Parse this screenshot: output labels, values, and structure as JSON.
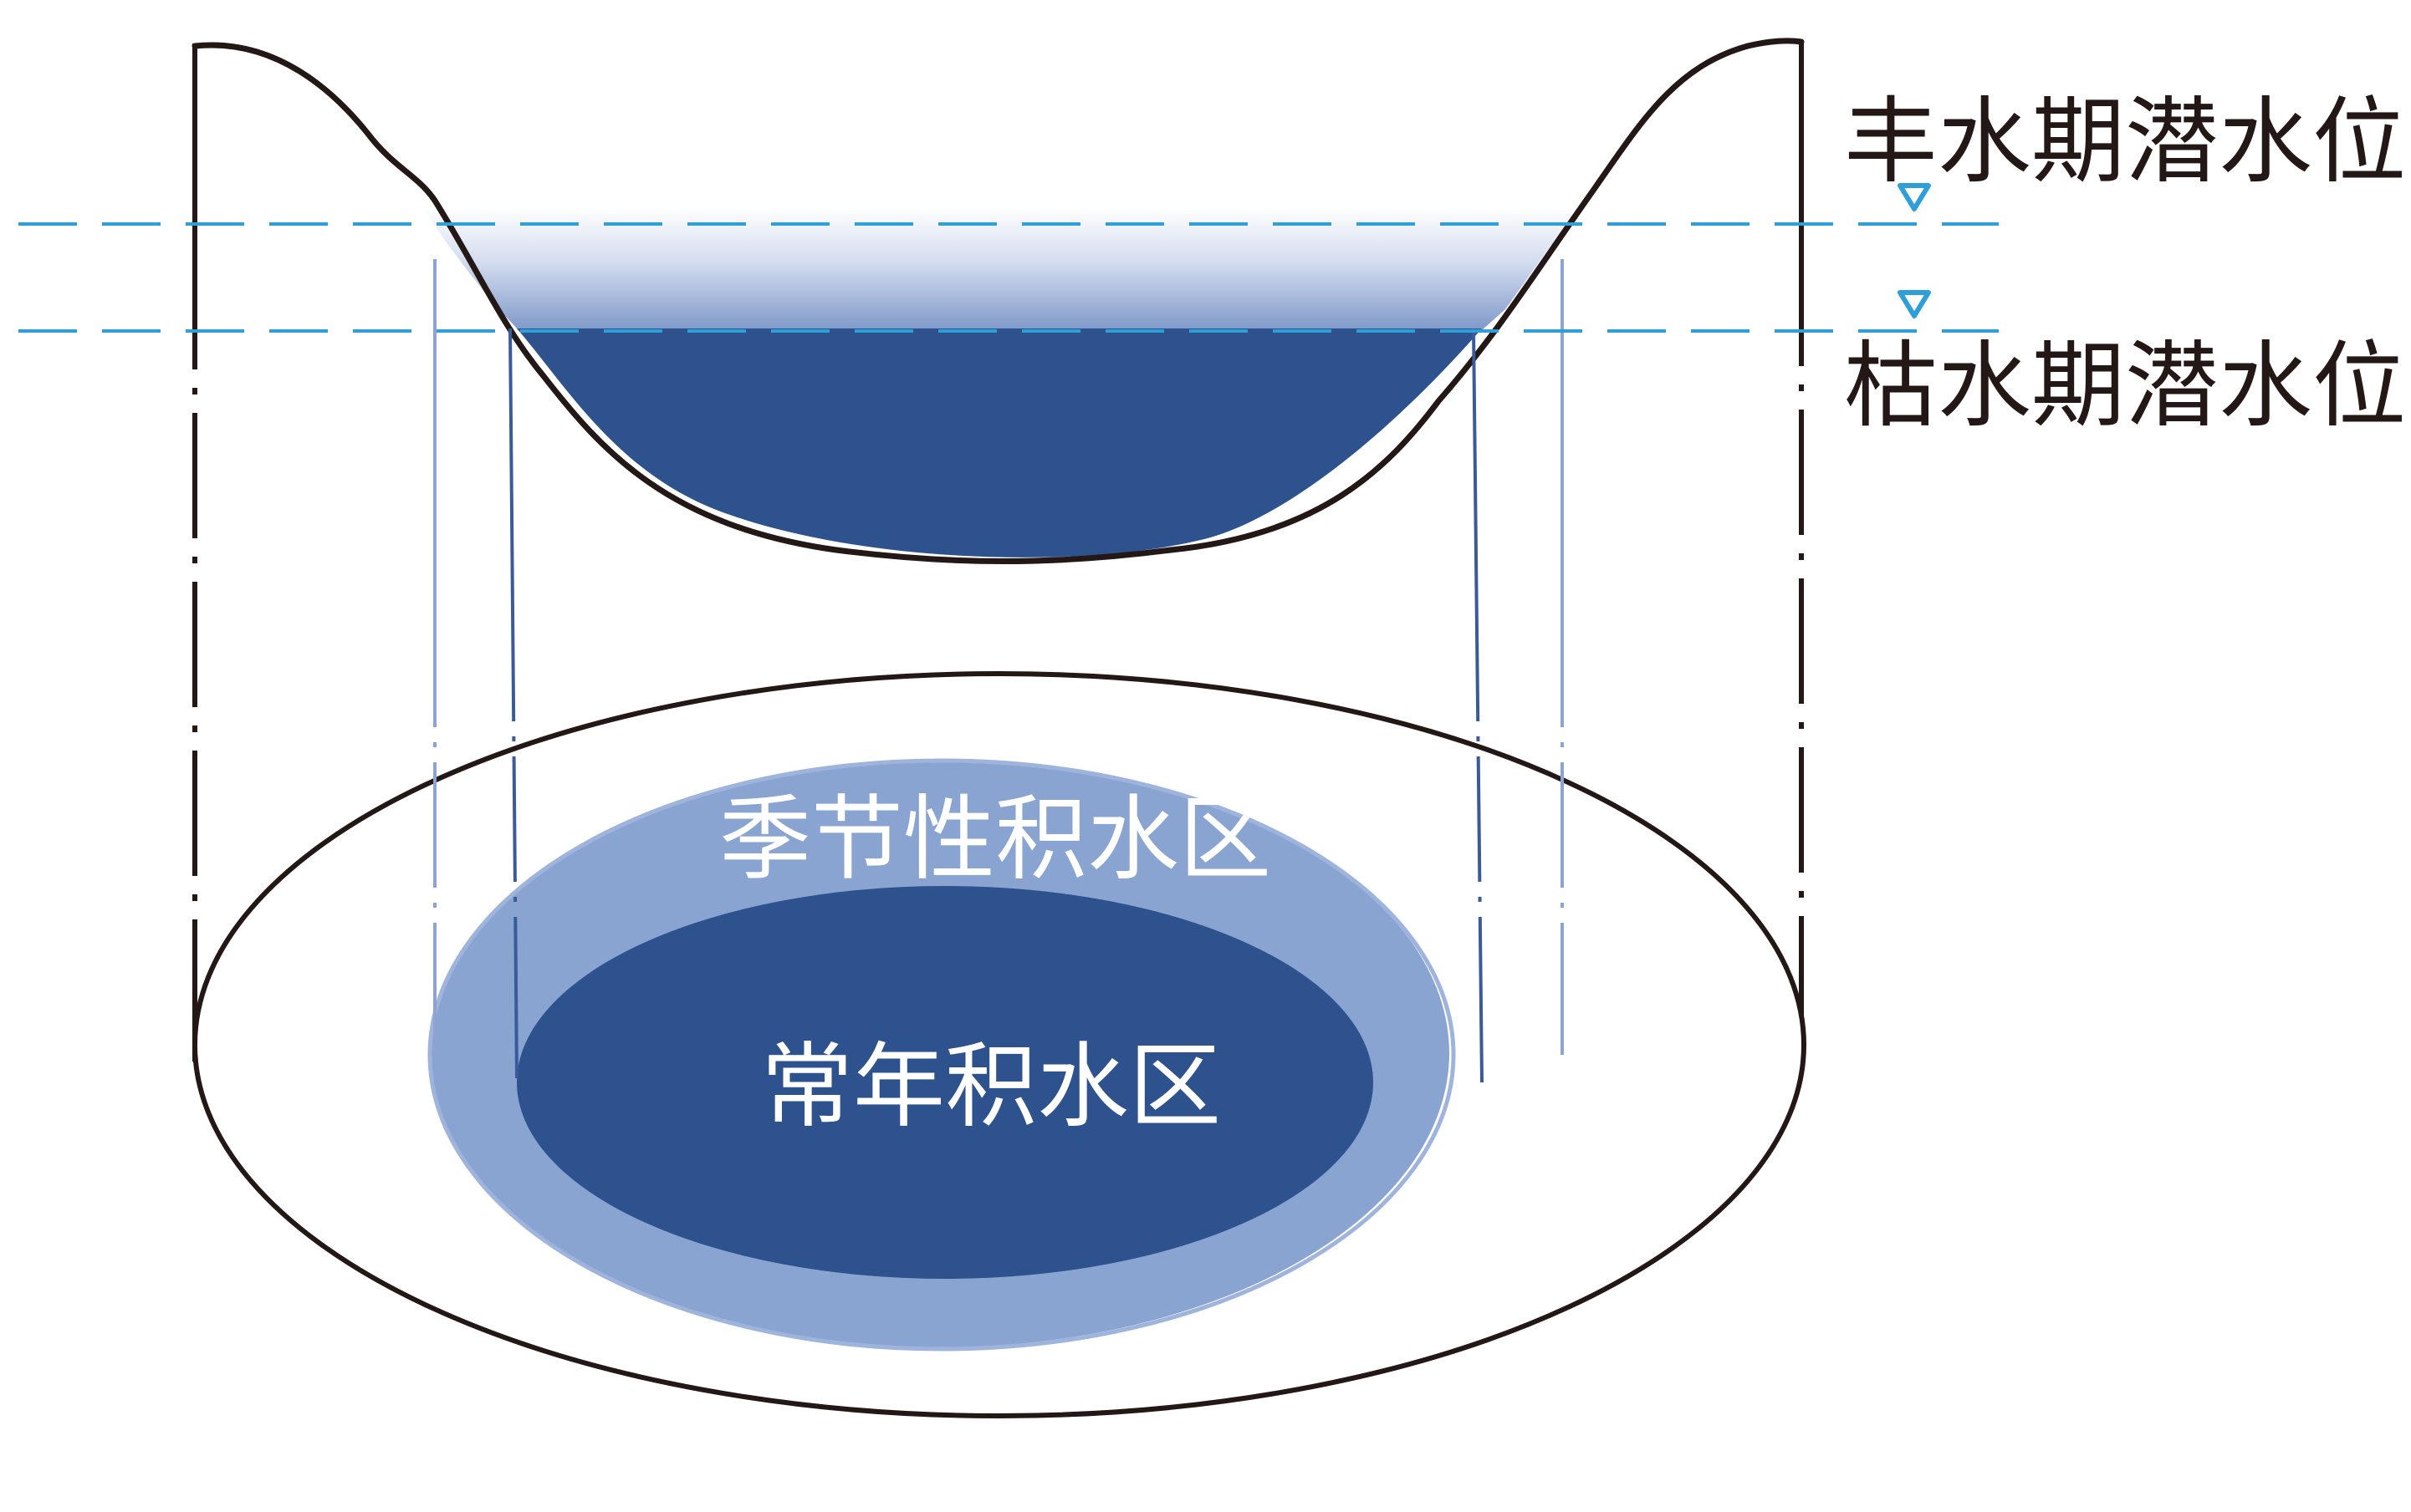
{
  "labels": {
    "high_water_table": "丰水期潜水位",
    "low_water_table": "枯水期潜水位",
    "seasonal_zone": "季节性积水区",
    "perennial_zone": "常年积水区"
  },
  "colors": {
    "outline": "#231815",
    "water_table_line": "#2e9fd9",
    "perennial_water": "#2d528e",
    "seasonal_water": "#8aa4d2",
    "guide_line_dark": "#3a5a99",
    "guide_line_light": "#8ea3d1",
    "background": "#ffffff"
  },
  "icons": {
    "water_level_marker": "inverted-triangle-icon"
  }
}
